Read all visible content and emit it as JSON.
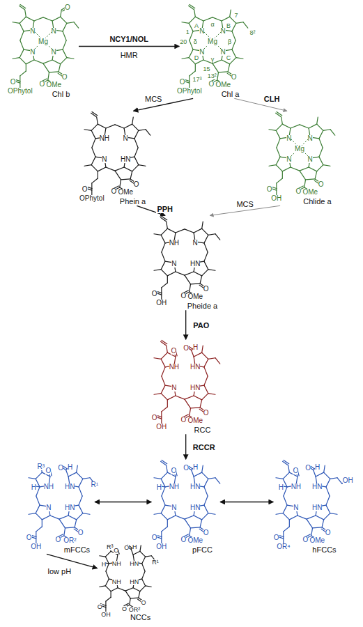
{
  "diagram": {
    "nodes": [
      {
        "text": [
          "Chl b"
        ]
      },
      {
        "text": [
          "Chl a"
        ]
      },
      {
        "text": [
          "Phein a"
        ]
      },
      {
        "text": [
          "Chlide a"
        ]
      },
      {
        "text": [
          "Pheide a"
        ]
      },
      {
        "text": [
          "RCC"
        ]
      },
      {
        "text": [
          "mFCCs"
        ]
      },
      {
        "text": [
          "pFCC"
        ]
      },
      {
        "text": [
          "hFCCs"
        ]
      },
      {
        "text": [
          "NCCs"
        ]
      }
    ],
    "edges": [
      {
        "from": 0,
        "to": 1,
        "label": "NCY1/NOL",
        "arrow": "to"
      },
      {
        "from": 1,
        "to": 2,
        "label": "MCS",
        "arrow": "to"
      },
      {
        "from": 1,
        "to": 3,
        "label": "CLH",
        "arrow": "to"
      },
      {
        "from": 2,
        "to": 4,
        "label": "PPH",
        "arrow": "to"
      },
      {
        "from": 3,
        "to": 4,
        "label": "MCS",
        "arrow": "to"
      },
      {
        "from": 4,
        "to": 5,
        "label": "PAO",
        "arrow": "to"
      },
      {
        "from": 5,
        "to": 7,
        "label": "RCCR",
        "arrow": "to"
      },
      {
        "from": 7,
        "to": 6,
        "arrow": "both"
      },
      {
        "from": 7,
        "to": 8,
        "arrow": "both"
      },
      {
        "from": 6,
        "to": 9,
        "label": "low pH",
        "arrow": "to"
      }
    ],
    "labels": [
      "HMR",
      "O",
      "N",
      "N",
      "N",
      "N",
      "Mg",
      "O",
      "O",
      "OMe",
      "O",
      "OPhytol",
      "A",
      "B",
      "C",
      "D",
      "α",
      "β",
      "γ",
      "δ",
      "1",
      "7",
      "8²",
      "20",
      "15",
      "13²",
      "17³",
      "N",
      "N",
      "N",
      "N",
      "Mg",
      "O",
      "O",
      "OMe",
      "O",
      "OPhytol",
      "NH",
      "N",
      "HN",
      "N",
      "O",
      "O",
      "OMe",
      "O",
      "OPhytol",
      "N",
      "N",
      "N",
      "N",
      "Mg",
      "O",
      "O",
      "OMe",
      "O",
      "OH",
      "NH",
      "N",
      "HN",
      "N",
      "O",
      "O",
      "OMe",
      "O",
      "OH",
      "O",
      "NH",
      "O",
      "H",
      "HN",
      "N",
      "HN",
      "O",
      "O",
      "OMe",
      "O",
      "OH",
      "R³",
      "O",
      "NH",
      "H",
      "O",
      "H",
      "HN",
      "R¹",
      "N",
      "HN",
      "O",
      "O",
      "OR²",
      "O",
      "OH",
      "O",
      "NH",
      "H",
      "O",
      "H",
      "HN",
      "N",
      "HN",
      "O",
      "O",
      "OMe",
      "O",
      "OH",
      "O",
      "NH",
      "H",
      "O",
      "H",
      "HN",
      "OH",
      "N",
      "HN",
      "O",
      "O",
      "OMe",
      "O",
      "OR⁴",
      "R³",
      "O",
      "NH",
      "H",
      "O",
      "H",
      "HN",
      "R¹",
      "NH",
      "HN",
      "O",
      "O",
      "OR²",
      "O",
      "OH"
    ]
  }
}
